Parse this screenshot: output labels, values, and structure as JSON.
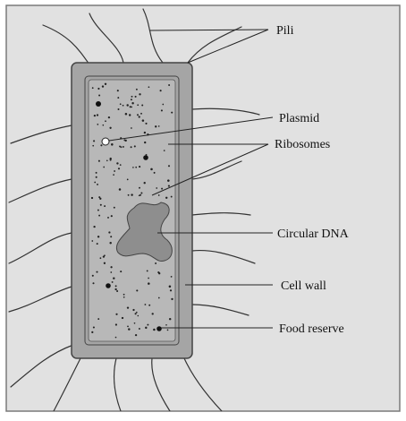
{
  "labels": {
    "pili": "Pili",
    "plasmid": "Plasmid",
    "ribosomes": "Ribosomes",
    "circular_dna": "Circular DNA",
    "cell_wall": "Cell wall",
    "food_reserve": "Food reserve"
  },
  "colors": {
    "page": "#ffffff",
    "panel_background": "#e1e1e1",
    "panel_border": "#7a7a7a",
    "cell_wall": "#a5a5a5",
    "cytoplasm": "#b8b8b8",
    "dna": "#8e8e8e",
    "outline": "#444444",
    "ink": "#111111"
  }
}
